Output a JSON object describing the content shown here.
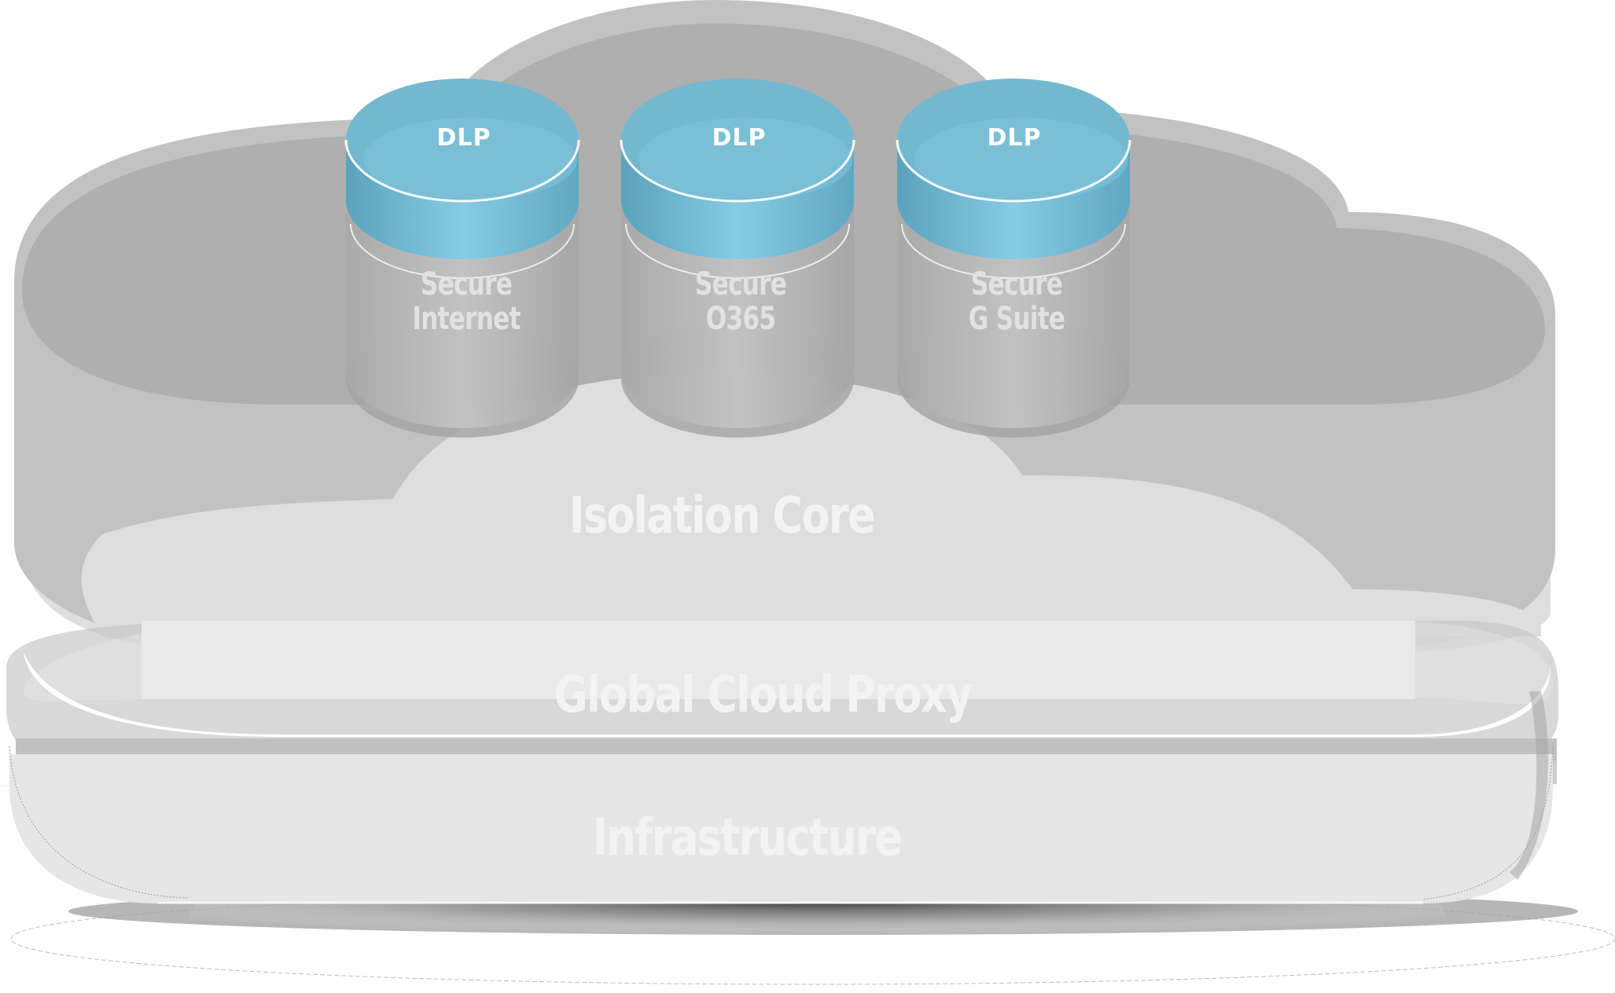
{
  "diagram": {
    "layers": [
      {
        "id": "isolation-core",
        "label": "Isolation Core"
      },
      {
        "id": "global-cloud-proxy",
        "label": "Global Cloud Proxy"
      },
      {
        "id": "infrastructure",
        "label": "Infrastructure"
      }
    ],
    "modules": [
      {
        "top_label": "DLP",
        "line1": "Secure",
        "line2": "Internet"
      },
      {
        "top_label": "DLP",
        "line1": "Secure",
        "line2": "O365"
      },
      {
        "top_label": "DLP",
        "line1": "Secure",
        "line2": "G Suite"
      }
    ],
    "colors": {
      "module_top": "#74b8cf",
      "module_band": "#6fbfdc",
      "cloud_gray": "#b0b0b0",
      "layer_light": "#e6e6e7",
      "label_text": "#f3f3f3"
    }
  }
}
